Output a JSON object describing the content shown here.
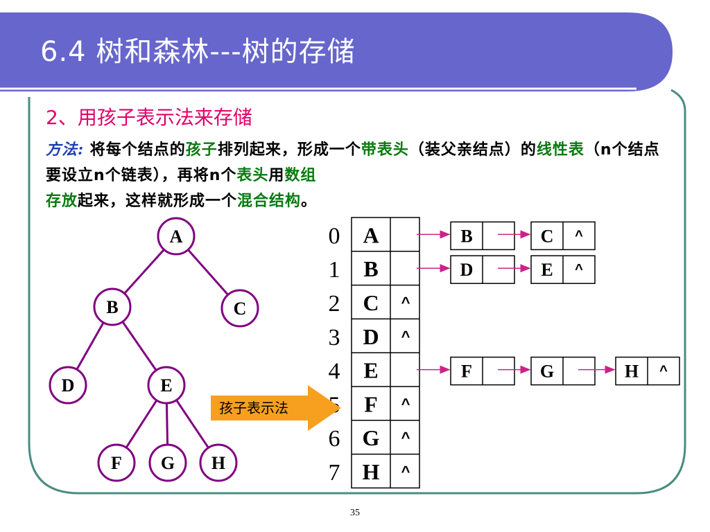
{
  "slide": {
    "title": "6.4 树和森林---树的存储",
    "subtitle": "2、用孩子表示法来存储",
    "method": {
      "label": "方法:",
      "t1": " 将每个结点的",
      "g1": "孩子",
      "t2": "排列起来，形成一个",
      "g2": "带表头",
      "t3": "（装父亲结点）的",
      "g3": "线性表",
      "t4": "（",
      "n1": "n",
      "t5": "个结点要设立",
      "n2": "n",
      "t6": "个链表），再将",
      "n3": "n",
      "t7": "个",
      "g4": "表头",
      "t8": "用",
      "g5": "数组",
      "t9": "存放",
      "t10": "起来，这样就形成一个",
      "g6": "混合结构",
      "t11": "。"
    },
    "arrow_label": "孩子表示法",
    "page_number": "35"
  },
  "colors": {
    "title_bar": "#6666cc",
    "frame_border": "#4a8c80",
    "tree": "#800080",
    "subtitle": "#e0006a",
    "method_label": "#1e3fb3",
    "highlight": "#0a7a10",
    "arrow": "#f7a020"
  },
  "tree": {
    "nodes": [
      "A",
      "B",
      "C",
      "D",
      "E",
      "F",
      "G",
      "H"
    ],
    "edges": [
      [
        "A",
        "B"
      ],
      [
        "A",
        "C"
      ],
      [
        "B",
        "D"
      ],
      [
        "B",
        "E"
      ],
      [
        "E",
        "F"
      ],
      [
        "E",
        "G"
      ],
      [
        "E",
        "H"
      ]
    ]
  },
  "header_array": {
    "indices": [
      "0",
      "1",
      "2",
      "3",
      "4",
      "5",
      "6",
      "7"
    ],
    "rows": [
      {
        "data": "A",
        "pointer": ""
      },
      {
        "data": "B",
        "pointer": ""
      },
      {
        "data": "C",
        "pointer": "^"
      },
      {
        "data": "D",
        "pointer": "^"
      },
      {
        "data": "E",
        "pointer": ""
      },
      {
        "data": "F",
        "pointer": "^"
      },
      {
        "data": "G",
        "pointer": "^"
      },
      {
        "data": "H",
        "pointer": "^"
      }
    ]
  },
  "child_lists": [
    {
      "row": 0,
      "nodes": [
        {
          "data": "B",
          "next": ""
        },
        {
          "data": "C",
          "next": "^"
        }
      ]
    },
    {
      "row": 1,
      "nodes": [
        {
          "data": "D",
          "next": ""
        },
        {
          "data": "E",
          "next": "^"
        }
      ]
    },
    {
      "row": 4,
      "nodes": [
        {
          "data": "F",
          "next": ""
        },
        {
          "data": "G",
          "next": ""
        },
        {
          "data": "H",
          "next": "^"
        }
      ]
    }
  ]
}
